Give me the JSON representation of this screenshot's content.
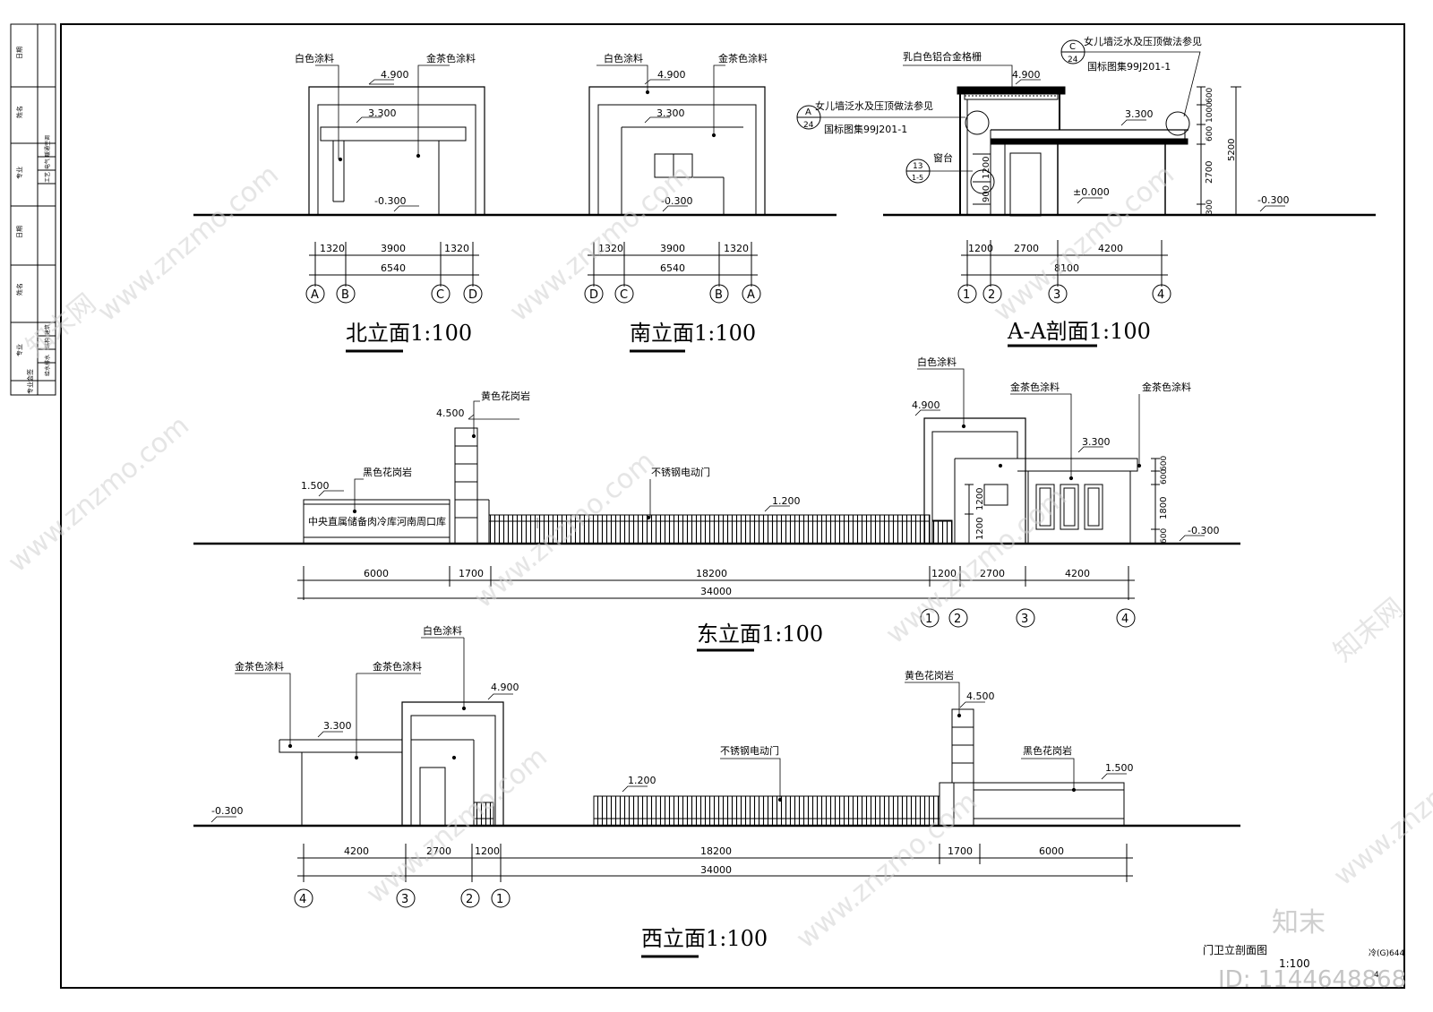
{
  "side_block": {
    "labels": [
      "日期",
      "姓名",
      "专业",
      "暖通空调",
      "电气",
      "工艺",
      "日期",
      "姓名",
      "专业",
      "建筑",
      "结构",
      "给水排水",
      "专业会签"
    ]
  },
  "north": {
    "title": "北立面1:100",
    "mat_white": "白色涂料",
    "mat_tea": "金茶色涂料",
    "el_top": "4.900",
    "el_mid": "3.300",
    "el_bot": "-0.300",
    "dims": [
      "1320",
      "3900",
      "1320"
    ],
    "total": "6540",
    "axes": [
      "A",
      "B",
      "C",
      "D"
    ]
  },
  "south": {
    "title": "南立面1:100",
    "mat_white": "白色涂料",
    "mat_tea": "金茶色涂料",
    "el_top": "4.900",
    "el_mid": "3.300",
    "el_bot": "-0.300",
    "dims": [
      "1320",
      "3900",
      "1320"
    ],
    "total": "6540",
    "axes": [
      "D",
      "C",
      "B",
      "A"
    ]
  },
  "section": {
    "title": "A-A剖面1:100",
    "grille": "乳白色铝合金格栅",
    "note_left_1": "女儿墙泛水及压顶做法参见",
    "note_left_2": "国标图集99J201-1",
    "note_right_1": "女儿墙泛水及压顶做法参见",
    "note_right_2": "国标图集99J201-1",
    "ref_a_top": "A",
    "ref_a_bot": "24",
    "ref_c_top": "C",
    "ref_c_bot": "24",
    "ref_sill_top": "13",
    "ref_sill_bot": "1-5",
    "sill": "窗台",
    "el_top": "4.900",
    "el_mid": "3.300",
    "el_zero": "±0.000",
    "el_bot": "-0.300",
    "vdims_left": [
      "1200",
      "900"
    ],
    "vdims_right": [
      "600",
      "1000",
      "600",
      "2700",
      "300"
    ],
    "vtotal": "5200",
    "dims": [
      "1200",
      "2700",
      "4200"
    ],
    "total": "8100",
    "axes": [
      "1",
      "2",
      "3",
      "4"
    ]
  },
  "east": {
    "title": "东立面1:100",
    "granite_yellow": "黄色花岗岩",
    "granite_black": "黑色花岗岩",
    "gate": "不锈钢电动门",
    "sign": "中央直属储备肉冷库河南周口库",
    "mat_white": "白色涂料",
    "mat_tea1": "金茶色涂料",
    "mat_tea2": "金茶色涂料",
    "el_pillar": "4.500",
    "el_wall": "1.500",
    "el_gate": "1.200",
    "el_top": "4.900",
    "el_mid": "3.300",
    "el_bot": "-0.300",
    "vdims_a": [
      "1200",
      "1200"
    ],
    "vdims_b": [
      "600",
      "600",
      "1800",
      "600"
    ],
    "dims": [
      "6000",
      "1700",
      "18200",
      "1200",
      "2700",
      "4200"
    ],
    "total": "34000",
    "axes": [
      "1",
      "2",
      "3",
      "4"
    ]
  },
  "west": {
    "title": "西立面1:100",
    "mat_tea1": "金茶色涂料",
    "mat_tea2": "金茶色涂料",
    "mat_white": "白色涂料",
    "granite_yellow": "黄色花岗岩",
    "granite_black": "黑色花岗岩",
    "gate": "不锈钢电动门",
    "el_top": "4.900",
    "el_mid": "3.300",
    "el_bot": "-0.300",
    "el_gate": "1.200",
    "el_pillar": "4.500",
    "el_wall": "1.500",
    "dims": [
      "4200",
      "2700",
      "1200",
      "18200",
      "1700",
      "6000"
    ],
    "total": "34000",
    "axes": [
      "4",
      "3",
      "2",
      "1"
    ]
  },
  "title_block": {
    "name": "门卫立剖面图",
    "scale": "1:100",
    "code": "冷(G)644",
    "page": "4"
  },
  "watermark": {
    "text": "www.znzmo.com",
    "brand": "知末网",
    "logo": "知末",
    "id": "ID: 1144648868"
  }
}
